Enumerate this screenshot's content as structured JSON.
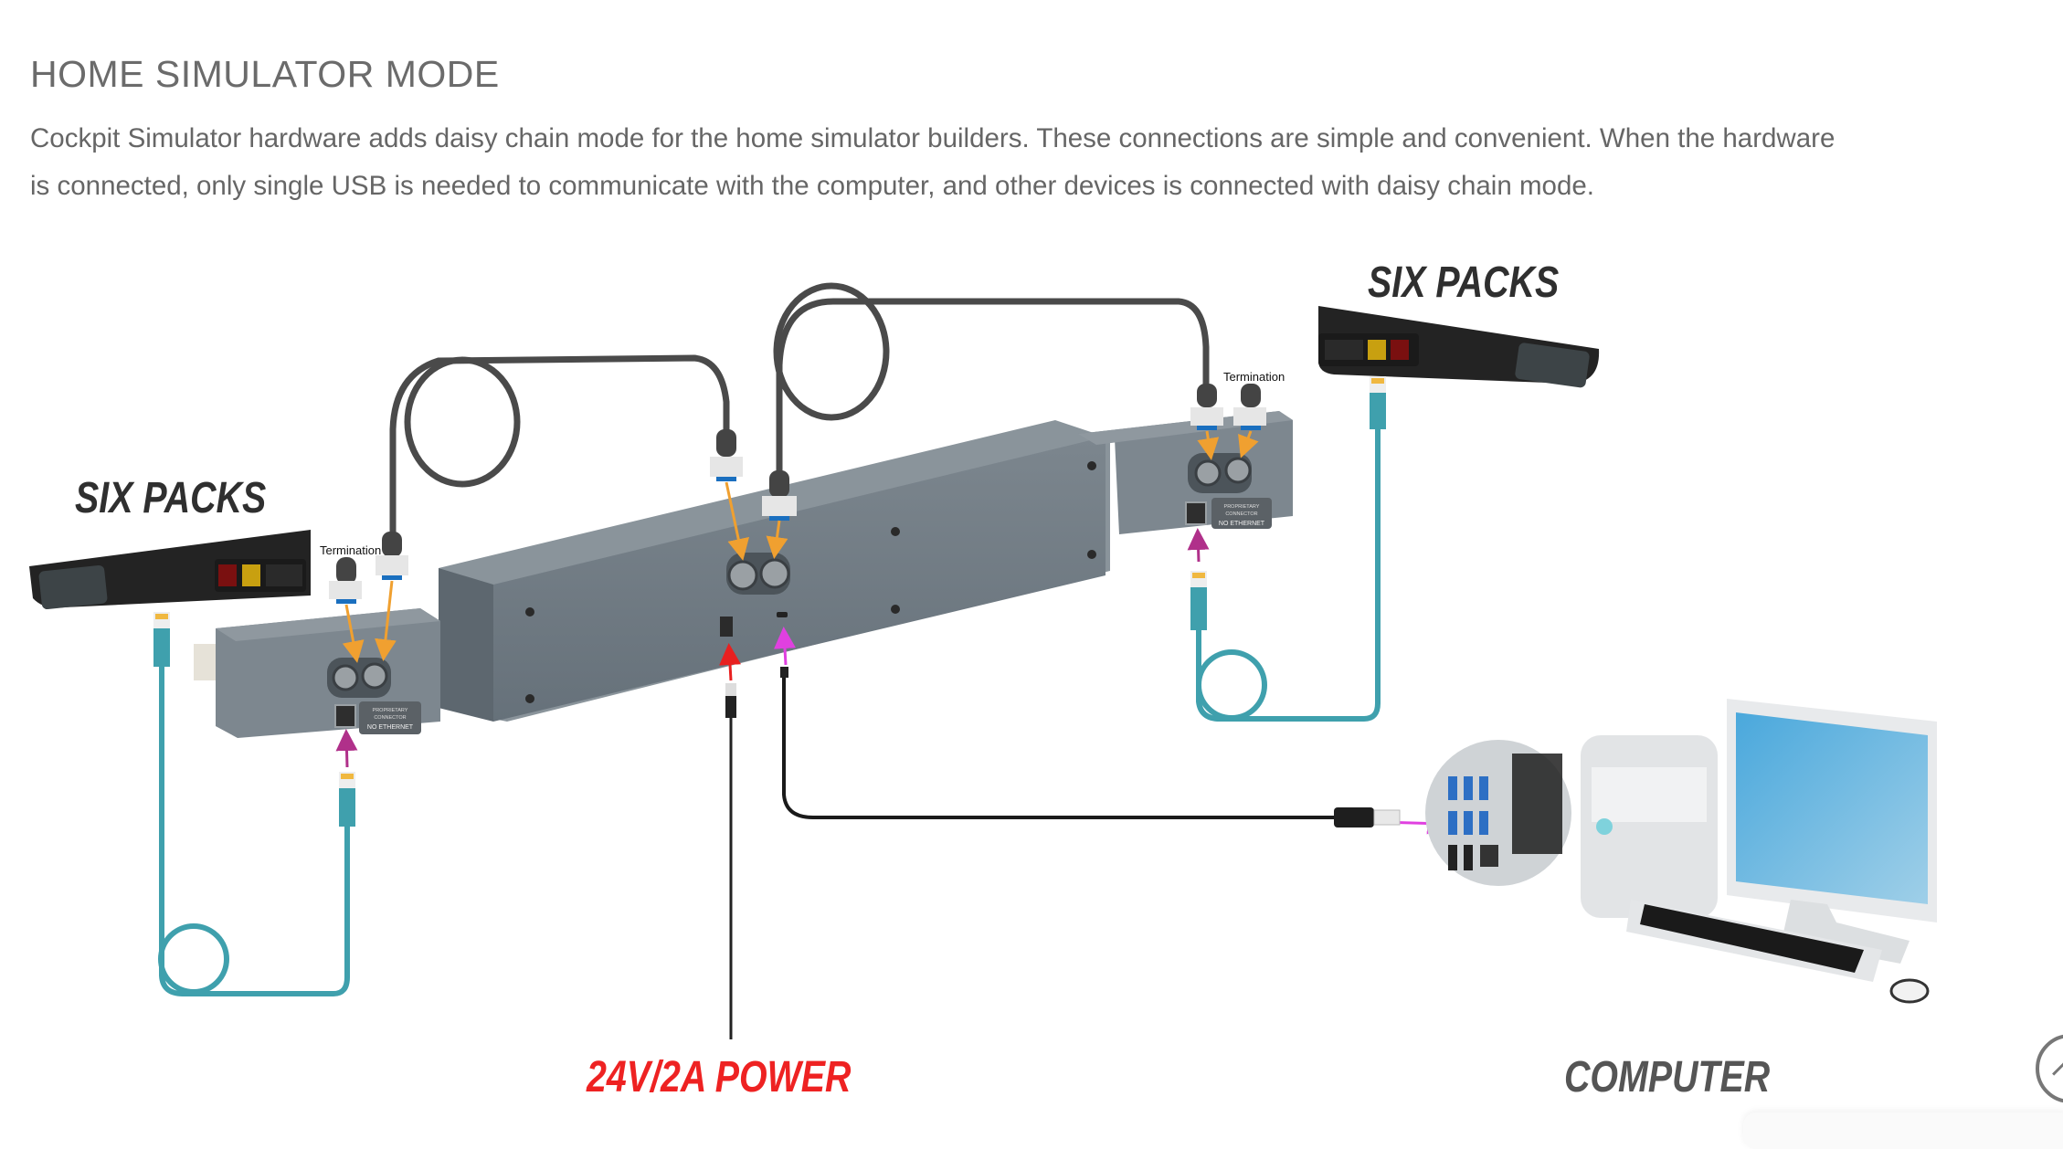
{
  "section": {
    "title": "HOME SIMULATOR MODE",
    "description_lines": [
      "Cockpit Simulator hardware adds daisy chain mode for the home simulator builders. These connections are simple and convenient. When the hardware",
      "is connected, only single USB is needed to communicate with the computer, and other devices is connected with daisy chain mode."
    ]
  },
  "diagram": {
    "labels": {
      "six_packs_left": "SIX PACKS",
      "six_packs_right": "SIX PACKS",
      "power": "24V/2A POWER",
      "computer": "COMPUTER",
      "termination_left": "Termination",
      "termination_right": "Termination"
    },
    "module_plates": {
      "left": [
        "PROPRIETARY",
        "CONNECTOR",
        "NO ETHERNET"
      ],
      "right": [
        "PROPRIETARY",
        "CONNECTOR",
        "NO ETHERNET"
      ]
    },
    "colors": {
      "daisy_cable": "#4a4a4a",
      "ethernet_cable": "#3fa0ad",
      "arrow_daisy": "#f0a030",
      "arrow_ethernet": "#b0308a",
      "arrow_usb": "#e040e0",
      "arrow_power": "#e82020",
      "housing": "#6f7a82",
      "power_label": "#ee2222"
    }
  },
  "controls": {
    "scroll_top_icon": "chevron-up-icon"
  }
}
